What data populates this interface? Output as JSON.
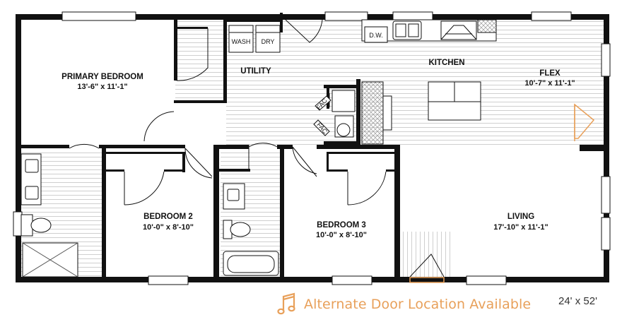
{
  "rooms": {
    "primary_bedroom": {
      "name": "PRIMARY BEDROOM",
      "dims": "13'-6\" x 11'-1\""
    },
    "utility": {
      "name": "UTILITY"
    },
    "kitchen": {
      "name": "KITCHEN"
    },
    "flex": {
      "name": "FLEX",
      "dims": "10'-7\" x 11'-1\""
    },
    "bedroom2": {
      "name": "BEDROOM 2",
      "dims": "10'-0\" x 8'-10\""
    },
    "bedroom3": {
      "name": "BEDROOM 3",
      "dims": "10'-0\" x 8'-10\""
    },
    "living": {
      "name": "LIVING",
      "dims": "17'-10\" x 11'-1\""
    }
  },
  "appliances": {
    "washer": "WASH",
    "dryer": "DRY",
    "dishwasher": "D.W.",
    "fac_upper": "FAC",
    "fac_lower": "FAC"
  },
  "footer": {
    "note_icon": "music-note-icon",
    "note": "Alternate Door Location Available",
    "home_size": "24' x 52'"
  },
  "colors": {
    "walls": "#111111",
    "accent": "#e8a05a",
    "stripes": "#cfcfcf"
  }
}
